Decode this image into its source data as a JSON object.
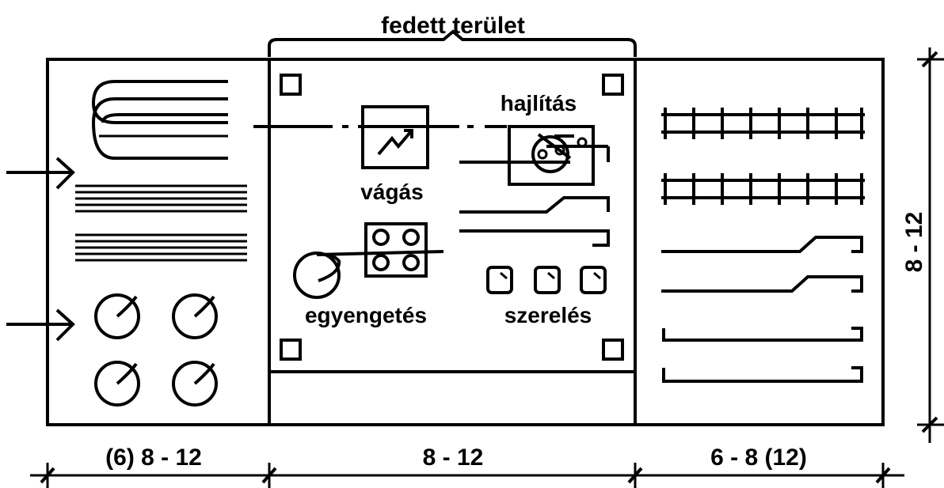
{
  "labels": {
    "covered_area": "fedett terület",
    "cutting": "vágás",
    "bending": "hajlítás",
    "straightening": "egyengetés",
    "assembly": "szerelés"
  },
  "dimensions": {
    "left_width": "(6) 8 - 12",
    "middle_width": "8 - 12",
    "right_width": "6 - 8 (12)",
    "height": "8 - 12"
  },
  "colors": {
    "line": "#000000",
    "background": "#ffffff"
  }
}
